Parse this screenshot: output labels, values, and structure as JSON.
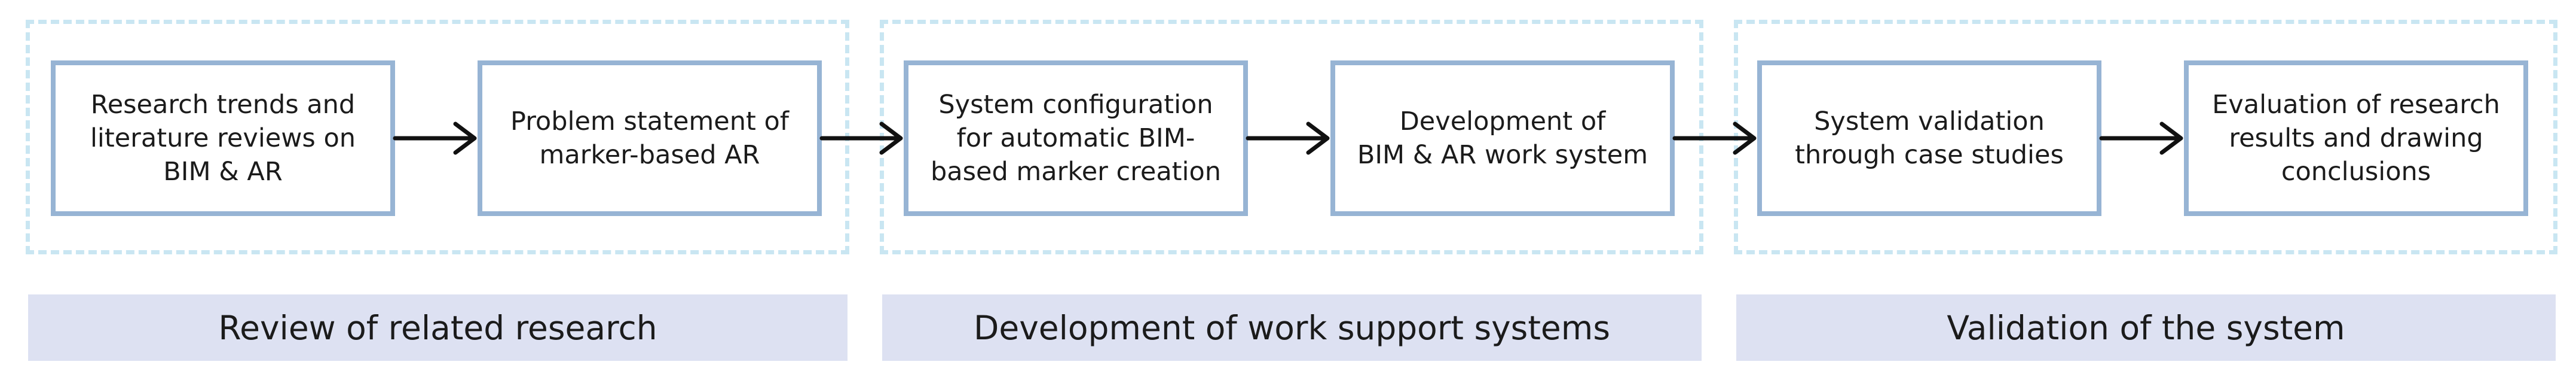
{
  "colors": {
    "box_border": "#97b4d4",
    "group_border": "#c9e6f2",
    "phase_fill": "#dde1f2",
    "arrow": "#111111",
    "text": "#1b1b1b"
  },
  "steps": [
    {
      "text": "Research trends and\nliterature reviews on\nBIM & AR"
    },
    {
      "text": "Problem statement of\nmarker-based AR"
    },
    {
      "text": "System configuration\nfor automatic BIM-\nbased marker creation"
    },
    {
      "text": "Development of\nBIM & AR work system"
    },
    {
      "text": "System validation\nthrough case studies"
    },
    {
      "text": "Evaluation of research\nresults and drawing\nconclusions"
    }
  ],
  "phases": [
    {
      "label": "Review of related research"
    },
    {
      "label": "Development of work support systems"
    },
    {
      "label": "Validation of the system"
    }
  ]
}
